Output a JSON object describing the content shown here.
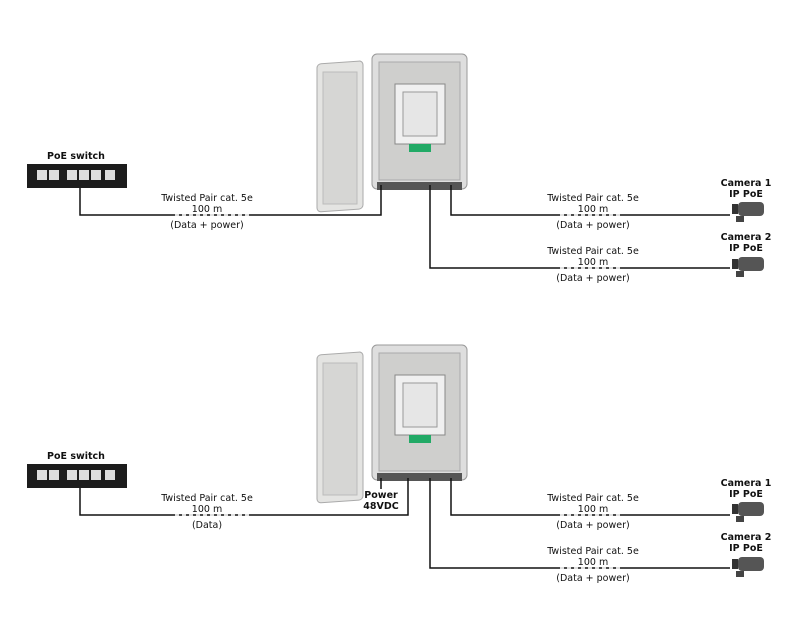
{
  "diagrams": [
    {
      "switch_label": "PoE switch",
      "uplink": {
        "line1": "Twisted Pair cat. 5e",
        "line2": "100 m",
        "line3": "(Data + power)"
      },
      "power_label": null,
      "cameras": [
        {
          "name": "Camera 1",
          "type": "IP PoE",
          "cable": {
            "line1": "Twisted Pair cat. 5e",
            "line2": "100 m",
            "line3": "(Data + power)"
          }
        },
        {
          "name": "Camera 2",
          "type": "IP PoE",
          "cable": {
            "line1": "Twisted Pair cat. 5e",
            "line2": "100 m",
            "line3": "(Data + power)"
          }
        }
      ]
    },
    {
      "switch_label": "PoE switch",
      "uplink": {
        "line1": "Twisted Pair cat. 5e",
        "line2": "100 m",
        "line3": "(Data)"
      },
      "power_label": {
        "line1": "Power",
        "line2": "48VDC"
      },
      "cameras": [
        {
          "name": "Camera 1",
          "type": "IP PoE",
          "cable": {
            "line1": "Twisted Pair cat. 5e",
            "line2": "100 m",
            "line3": "(Data + power)"
          }
        },
        {
          "name": "Camera 2",
          "type": "IP PoE",
          "cable": {
            "line1": "Twisted Pair cat. 5e",
            "line2": "100 m",
            "line3": "(Data + power)"
          }
        }
      ]
    }
  ]
}
